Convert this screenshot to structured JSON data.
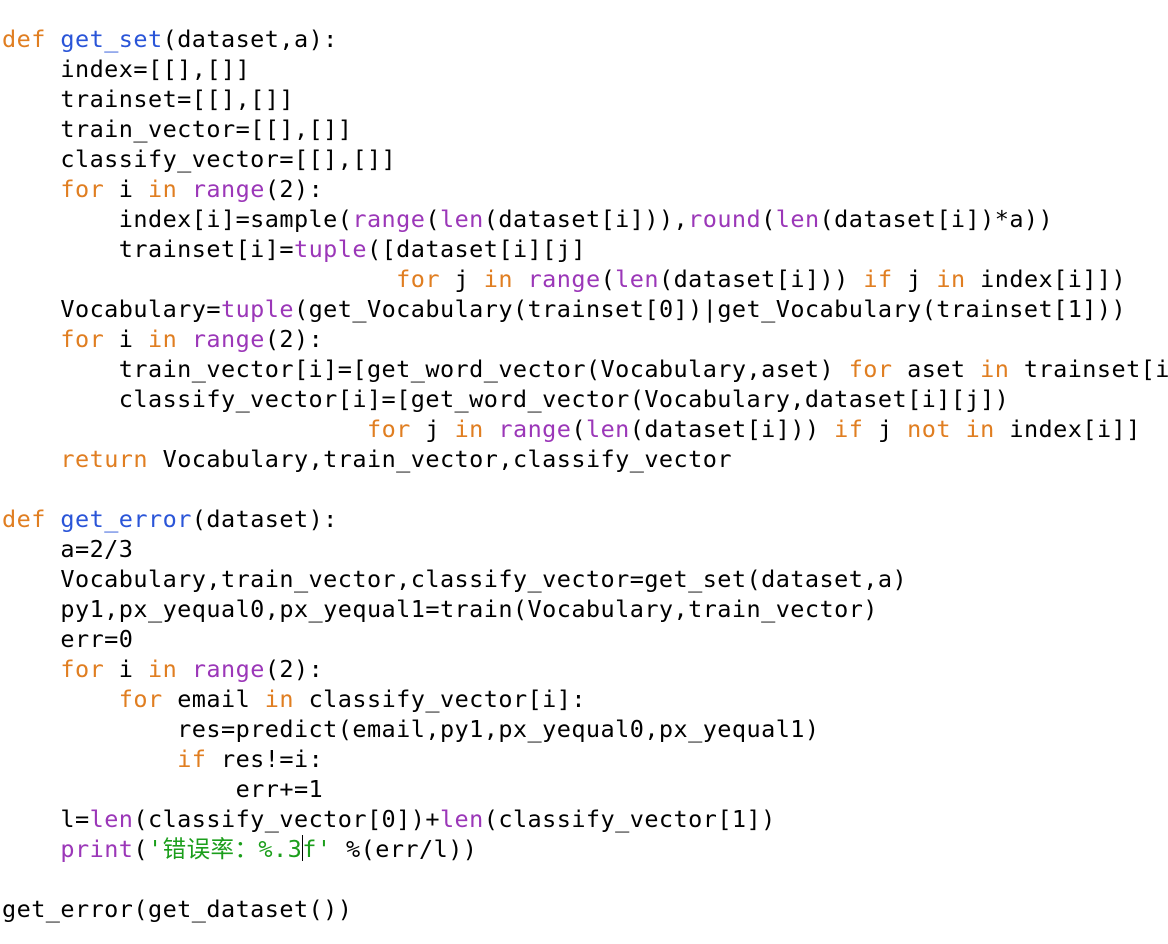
{
  "colors": {
    "keyword": "#e07e21",
    "function_name": "#2a55d8",
    "builtin": "#9b37b8",
    "string": "#1b9e1b",
    "plain": "#000000"
  },
  "lines": [
    [
      {
        "t": "def",
        "c": "keyword"
      },
      {
        "t": " ",
        "c": "plain"
      },
      {
        "t": "get_set",
        "c": "function_name"
      },
      {
        "t": "(dataset,a):",
        "c": "plain"
      }
    ],
    [
      {
        "t": "    index=[[],[]]",
        "c": "plain"
      }
    ],
    [
      {
        "t": "    trainset=[[],[]]",
        "c": "plain"
      }
    ],
    [
      {
        "t": "    train_vector=[[],[]]",
        "c": "plain"
      }
    ],
    [
      {
        "t": "    classify_vector=[[],[]]",
        "c": "plain"
      }
    ],
    [
      {
        "t": "    ",
        "c": "plain"
      },
      {
        "t": "for",
        "c": "keyword"
      },
      {
        "t": " i ",
        "c": "plain"
      },
      {
        "t": "in",
        "c": "keyword"
      },
      {
        "t": " ",
        "c": "plain"
      },
      {
        "t": "range",
        "c": "builtin"
      },
      {
        "t": "(2):",
        "c": "plain"
      }
    ],
    [
      {
        "t": "        index[i]=sample(",
        "c": "plain"
      },
      {
        "t": "range",
        "c": "builtin"
      },
      {
        "t": "(",
        "c": "plain"
      },
      {
        "t": "len",
        "c": "builtin"
      },
      {
        "t": "(dataset[i])),",
        "c": "plain"
      },
      {
        "t": "round",
        "c": "builtin"
      },
      {
        "t": "(",
        "c": "plain"
      },
      {
        "t": "len",
        "c": "builtin"
      },
      {
        "t": "(dataset[i])*a))",
        "c": "plain"
      }
    ],
    [
      {
        "t": "        trainset[i]=",
        "c": "plain"
      },
      {
        "t": "tuple",
        "c": "builtin"
      },
      {
        "t": "([dataset[i][j]",
        "c": "plain"
      }
    ],
    [
      {
        "t": "                           ",
        "c": "plain"
      },
      {
        "t": "for",
        "c": "keyword"
      },
      {
        "t": " j ",
        "c": "plain"
      },
      {
        "t": "in",
        "c": "keyword"
      },
      {
        "t": " ",
        "c": "plain"
      },
      {
        "t": "range",
        "c": "builtin"
      },
      {
        "t": "(",
        "c": "plain"
      },
      {
        "t": "len",
        "c": "builtin"
      },
      {
        "t": "(dataset[i])) ",
        "c": "plain"
      },
      {
        "t": "if",
        "c": "keyword"
      },
      {
        "t": " j ",
        "c": "plain"
      },
      {
        "t": "in",
        "c": "keyword"
      },
      {
        "t": " index[i]])",
        "c": "plain"
      }
    ],
    [
      {
        "t": "    Vocabulary=",
        "c": "plain"
      },
      {
        "t": "tuple",
        "c": "builtin"
      },
      {
        "t": "(get_Vocabulary(trainset[0])|get_Vocabulary(trainset[1]))",
        "c": "plain"
      }
    ],
    [
      {
        "t": "    ",
        "c": "plain"
      },
      {
        "t": "for",
        "c": "keyword"
      },
      {
        "t": " i ",
        "c": "plain"
      },
      {
        "t": "in",
        "c": "keyword"
      },
      {
        "t": " ",
        "c": "plain"
      },
      {
        "t": "range",
        "c": "builtin"
      },
      {
        "t": "(2):",
        "c": "plain"
      }
    ],
    [
      {
        "t": "        train_vector[i]=[get_word_vector(Vocabulary,aset) ",
        "c": "plain"
      },
      {
        "t": "for",
        "c": "keyword"
      },
      {
        "t": " aset ",
        "c": "plain"
      },
      {
        "t": "in",
        "c": "keyword"
      },
      {
        "t": " trainset[i]]",
        "c": "plain"
      }
    ],
    [
      {
        "t": "        classify_vector[i]=[get_word_vector(Vocabulary,dataset[i][j])",
        "c": "plain"
      }
    ],
    [
      {
        "t": "                         ",
        "c": "plain"
      },
      {
        "t": "for",
        "c": "keyword"
      },
      {
        "t": " j ",
        "c": "plain"
      },
      {
        "t": "in",
        "c": "keyword"
      },
      {
        "t": " ",
        "c": "plain"
      },
      {
        "t": "range",
        "c": "builtin"
      },
      {
        "t": "(",
        "c": "plain"
      },
      {
        "t": "len",
        "c": "builtin"
      },
      {
        "t": "(dataset[i])) ",
        "c": "plain"
      },
      {
        "t": "if",
        "c": "keyword"
      },
      {
        "t": " j ",
        "c": "plain"
      },
      {
        "t": "not",
        "c": "keyword"
      },
      {
        "t": " ",
        "c": "plain"
      },
      {
        "t": "in",
        "c": "keyword"
      },
      {
        "t": " index[i]]",
        "c": "plain"
      }
    ],
    [
      {
        "t": "    ",
        "c": "plain"
      },
      {
        "t": "return",
        "c": "keyword"
      },
      {
        "t": " Vocabulary,train_vector,classify_vector",
        "c": "plain"
      }
    ],
    [],
    [
      {
        "t": "def",
        "c": "keyword"
      },
      {
        "t": " ",
        "c": "plain"
      },
      {
        "t": "get_error",
        "c": "function_name"
      },
      {
        "t": "(dataset):",
        "c": "plain"
      }
    ],
    [
      {
        "t": "    a=2/3",
        "c": "plain"
      }
    ],
    [
      {
        "t": "    Vocabulary,train_vector,classify_vector=get_set(dataset,a)",
        "c": "plain"
      }
    ],
    [
      {
        "t": "    py1,px_yequal0,px_yequal1=train(Vocabulary,train_vector)",
        "c": "plain"
      }
    ],
    [
      {
        "t": "    err=0",
        "c": "plain"
      }
    ],
    [
      {
        "t": "    ",
        "c": "plain"
      },
      {
        "t": "for",
        "c": "keyword"
      },
      {
        "t": " i ",
        "c": "plain"
      },
      {
        "t": "in",
        "c": "keyword"
      },
      {
        "t": " ",
        "c": "plain"
      },
      {
        "t": "range",
        "c": "builtin"
      },
      {
        "t": "(2):",
        "c": "plain"
      }
    ],
    [
      {
        "t": "        ",
        "c": "plain"
      },
      {
        "t": "for",
        "c": "keyword"
      },
      {
        "t": " email ",
        "c": "plain"
      },
      {
        "t": "in",
        "c": "keyword"
      },
      {
        "t": " classify_vector[i]:",
        "c": "plain"
      }
    ],
    [
      {
        "t": "            res=predict(email,py1,px_yequal0,px_yequal1)",
        "c": "plain"
      }
    ],
    [
      {
        "t": "            ",
        "c": "plain"
      },
      {
        "t": "if",
        "c": "keyword"
      },
      {
        "t": " res!=i:",
        "c": "plain"
      }
    ],
    [
      {
        "t": "                err+=1",
        "c": "plain"
      }
    ],
    [
      {
        "t": "    l=",
        "c": "plain"
      },
      {
        "t": "len",
        "c": "builtin"
      },
      {
        "t": "(classify_vector[0])+",
        "c": "plain"
      },
      {
        "t": "len",
        "c": "builtin"
      },
      {
        "t": "(classify_vector[1])",
        "c": "plain"
      }
    ],
    [
      {
        "t": "    ",
        "c": "plain"
      },
      {
        "t": "print",
        "c": "builtin"
      },
      {
        "t": "(",
        "c": "plain"
      },
      {
        "t": "'错误率：%.3",
        "c": "string"
      },
      {
        "cursor": true
      },
      {
        "t": "f'",
        "c": "string"
      },
      {
        "t": " %(err/l))",
        "c": "plain"
      }
    ],
    [],
    [
      {
        "t": "get_error(get_dataset())",
        "c": "plain"
      }
    ]
  ]
}
